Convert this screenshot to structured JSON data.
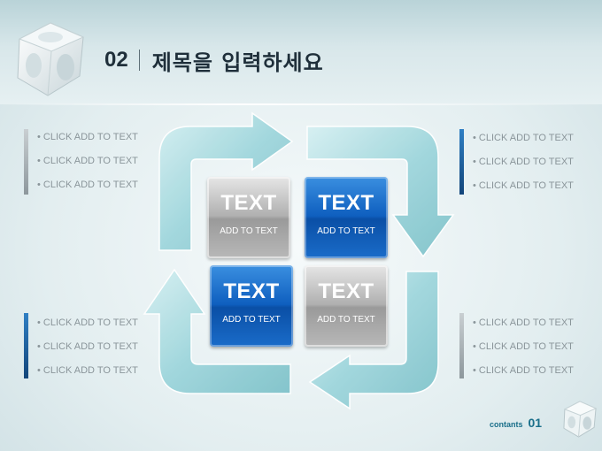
{
  "header": {
    "number": "02",
    "title": "제목을 입력하세요"
  },
  "boxes": [
    {
      "big": "TEXT",
      "small": "ADD TO TEXT",
      "style": "gray"
    },
    {
      "big": "TEXT",
      "small": "ADD TO TEXT",
      "style": "blue"
    },
    {
      "big": "TEXT",
      "small": "ADD TO TEXT",
      "style": "blue"
    },
    {
      "big": "TEXT",
      "small": "ADD TO TEXT",
      "style": "gray"
    }
  ],
  "bullet_groups": {
    "top_left": [
      "• CLICK ADD TO TEXT",
      "• CLICK ADD TO TEXT",
      "• CLICK ADD TO TEXT"
    ],
    "top_right": [
      "• CLICK ADD TO TEXT",
      "• CLICK ADD TO TEXT",
      "• CLICK ADD TO TEXT"
    ],
    "bottom_left": [
      "• CLICK ADD TO TEXT",
      "• CLICK ADD TO TEXT",
      "• CLICK ADD TO TEXT"
    ],
    "bottom_right": [
      "• CLICK ADD TO TEXT",
      "• CLICK ADD TO TEXT",
      "• CLICK ADD TO TEXT"
    ]
  },
  "footer": {
    "label": "contants",
    "page": "01"
  },
  "colors": {
    "arrow": "#8fcfd6",
    "blue_bar": "#1a5e9e",
    "gray_bar": "#9aa3a8",
    "accent_text": "#1a6f8a"
  },
  "icons": [
    "cube-logo-icon",
    "cycle-arrow-icon"
  ]
}
